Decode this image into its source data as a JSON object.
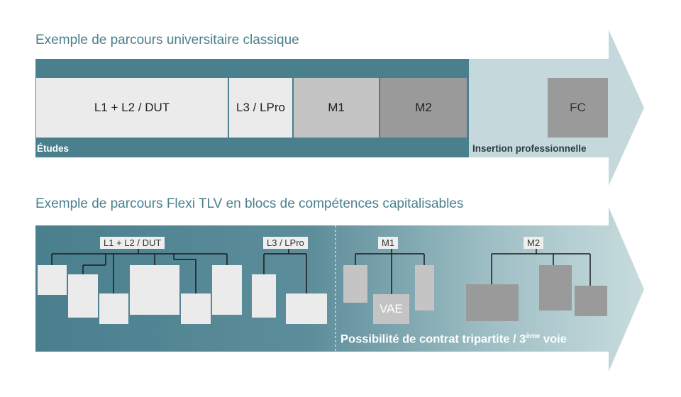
{
  "classic": {
    "title": "Exemple de parcours universitaire classique",
    "boxes": [
      "L1 + L2 / DUT",
      "L3 / LPro",
      "M1",
      "M2",
      "FC"
    ],
    "label_studies": "Études",
    "label_insertion": "Insertion professionnelle"
  },
  "flexi": {
    "title": "Exemple de parcours Flexi TLV en blocs de compétences capitalisables",
    "tags": [
      "L1 + L2 / DUT",
      "L3 / LPro",
      "M1",
      "M2"
    ],
    "vae": "VAE",
    "possibility_prefix": "Possibilité de contrat tripartite / 3",
    "possibility_sup": "ème",
    "possibility_suffix": " voie"
  },
  "colors": {
    "teal_dark": "#4a7f8e",
    "teal_light": "#c5d9dc",
    "box_light": "#ebebeb",
    "box_mid": "#c4c4c4",
    "box_dark": "#9a9a9a"
  }
}
